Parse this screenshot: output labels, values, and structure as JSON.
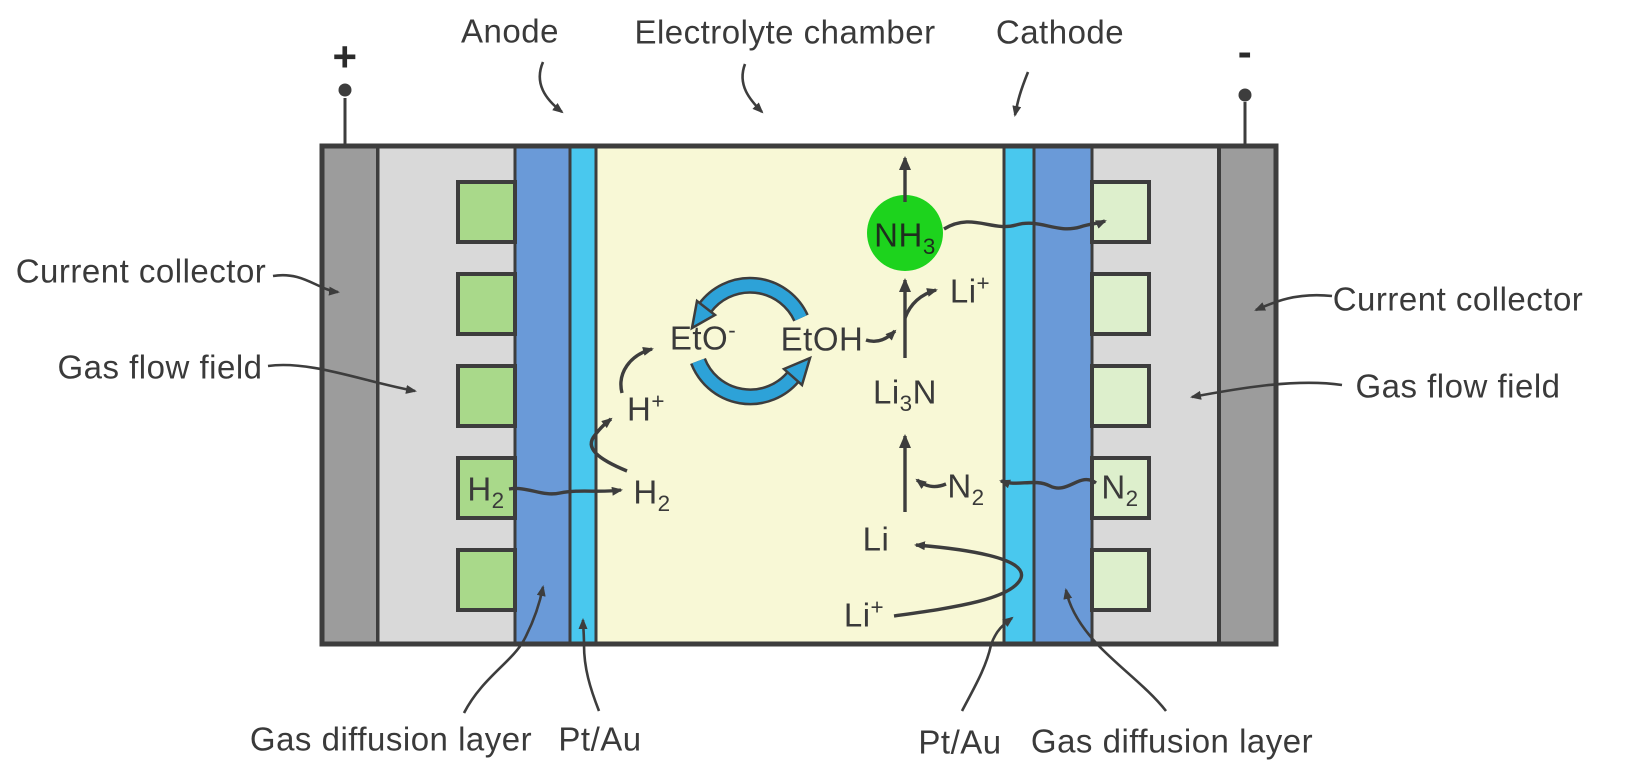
{
  "terminals": {
    "positive": "+",
    "negative": "-"
  },
  "top_labels": {
    "anode": "Anode",
    "electrolyte_chamber": "Electrolyte chamber",
    "cathode": "Cathode"
  },
  "left_labels": {
    "current_collector": "Current collector",
    "gas_flow_field": "Gas flow field"
  },
  "right_labels": {
    "current_collector": "Current collector",
    "gas_flow_field": "Gas flow field"
  },
  "bottom_labels": {
    "gas_diffusion_layer_left": "Gas diffusion layer",
    "pt_au_left": "Pt/Au",
    "pt_au_right": "Pt/Au",
    "gas_diffusion_layer_right": "Gas diffusion layer"
  },
  "species": {
    "h2_supply": {
      "base": "H",
      "sub": "2"
    },
    "h2_chamber": {
      "base": "H",
      "sub": "2"
    },
    "h_plus": {
      "base": "H",
      "sup": "+"
    },
    "eto_minus": {
      "base": "EtO",
      "sup": "-"
    },
    "etoh": {
      "base": "EtOH"
    },
    "nh3": {
      "base": "NH",
      "sub": "3"
    },
    "li_plus_upper": {
      "base": "Li",
      "sup": "+"
    },
    "li3n": {
      "base": "Li",
      "sub": "3",
      "base2": "N"
    },
    "n2_chamber": {
      "base": "N",
      "sub": "2"
    },
    "n2_supply": {
      "base": "N",
      "sub": "2"
    },
    "li": {
      "base": "Li"
    },
    "li_plus_lower": {
      "base": "Li",
      "sup": "+"
    }
  },
  "colors": {
    "current_collector": "#9c9c9c",
    "gas_flow_field": "#d9d9d9",
    "anode_channel_green": "#a9d98a",
    "cathode_channel_green": "#ddefcc",
    "gas_diffusion_layer_blue": "#6a9ad8",
    "pt_au_cyan": "#49c8ee",
    "electrolyte_yellow": "#f8f8d6",
    "nh3_green": "#1dd31d",
    "cycle_arrow_blue": "#2da2d8",
    "line_dark": "#3d3d3d"
  }
}
